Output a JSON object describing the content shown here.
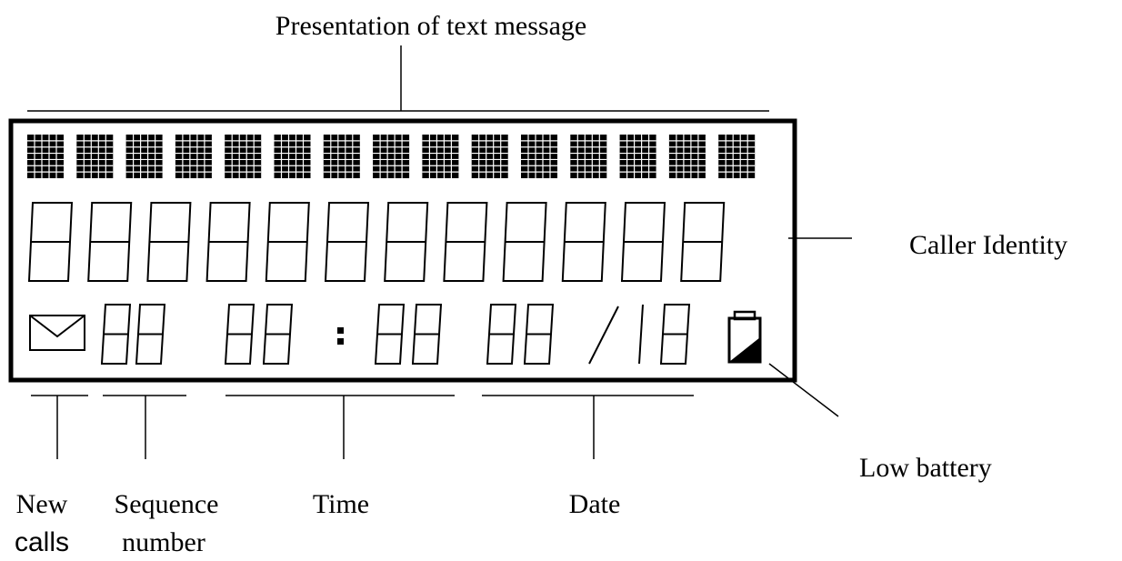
{
  "labels": {
    "text_message": "Presentation of text message",
    "caller_identity": "Caller Identity",
    "low_battery": "Low battery",
    "new": "New",
    "calls": "calls",
    "sequence": "Sequence",
    "number": "number",
    "time": "Time",
    "date": "Date"
  },
  "display": {
    "dot_matrix_cells": 15,
    "segment_digits": 12,
    "sequence_digits": "88",
    "time_text": "88 : 88",
    "date_text": "88 / 18"
  },
  "colors": {
    "ink": "#000000",
    "background": "#ffffff"
  }
}
